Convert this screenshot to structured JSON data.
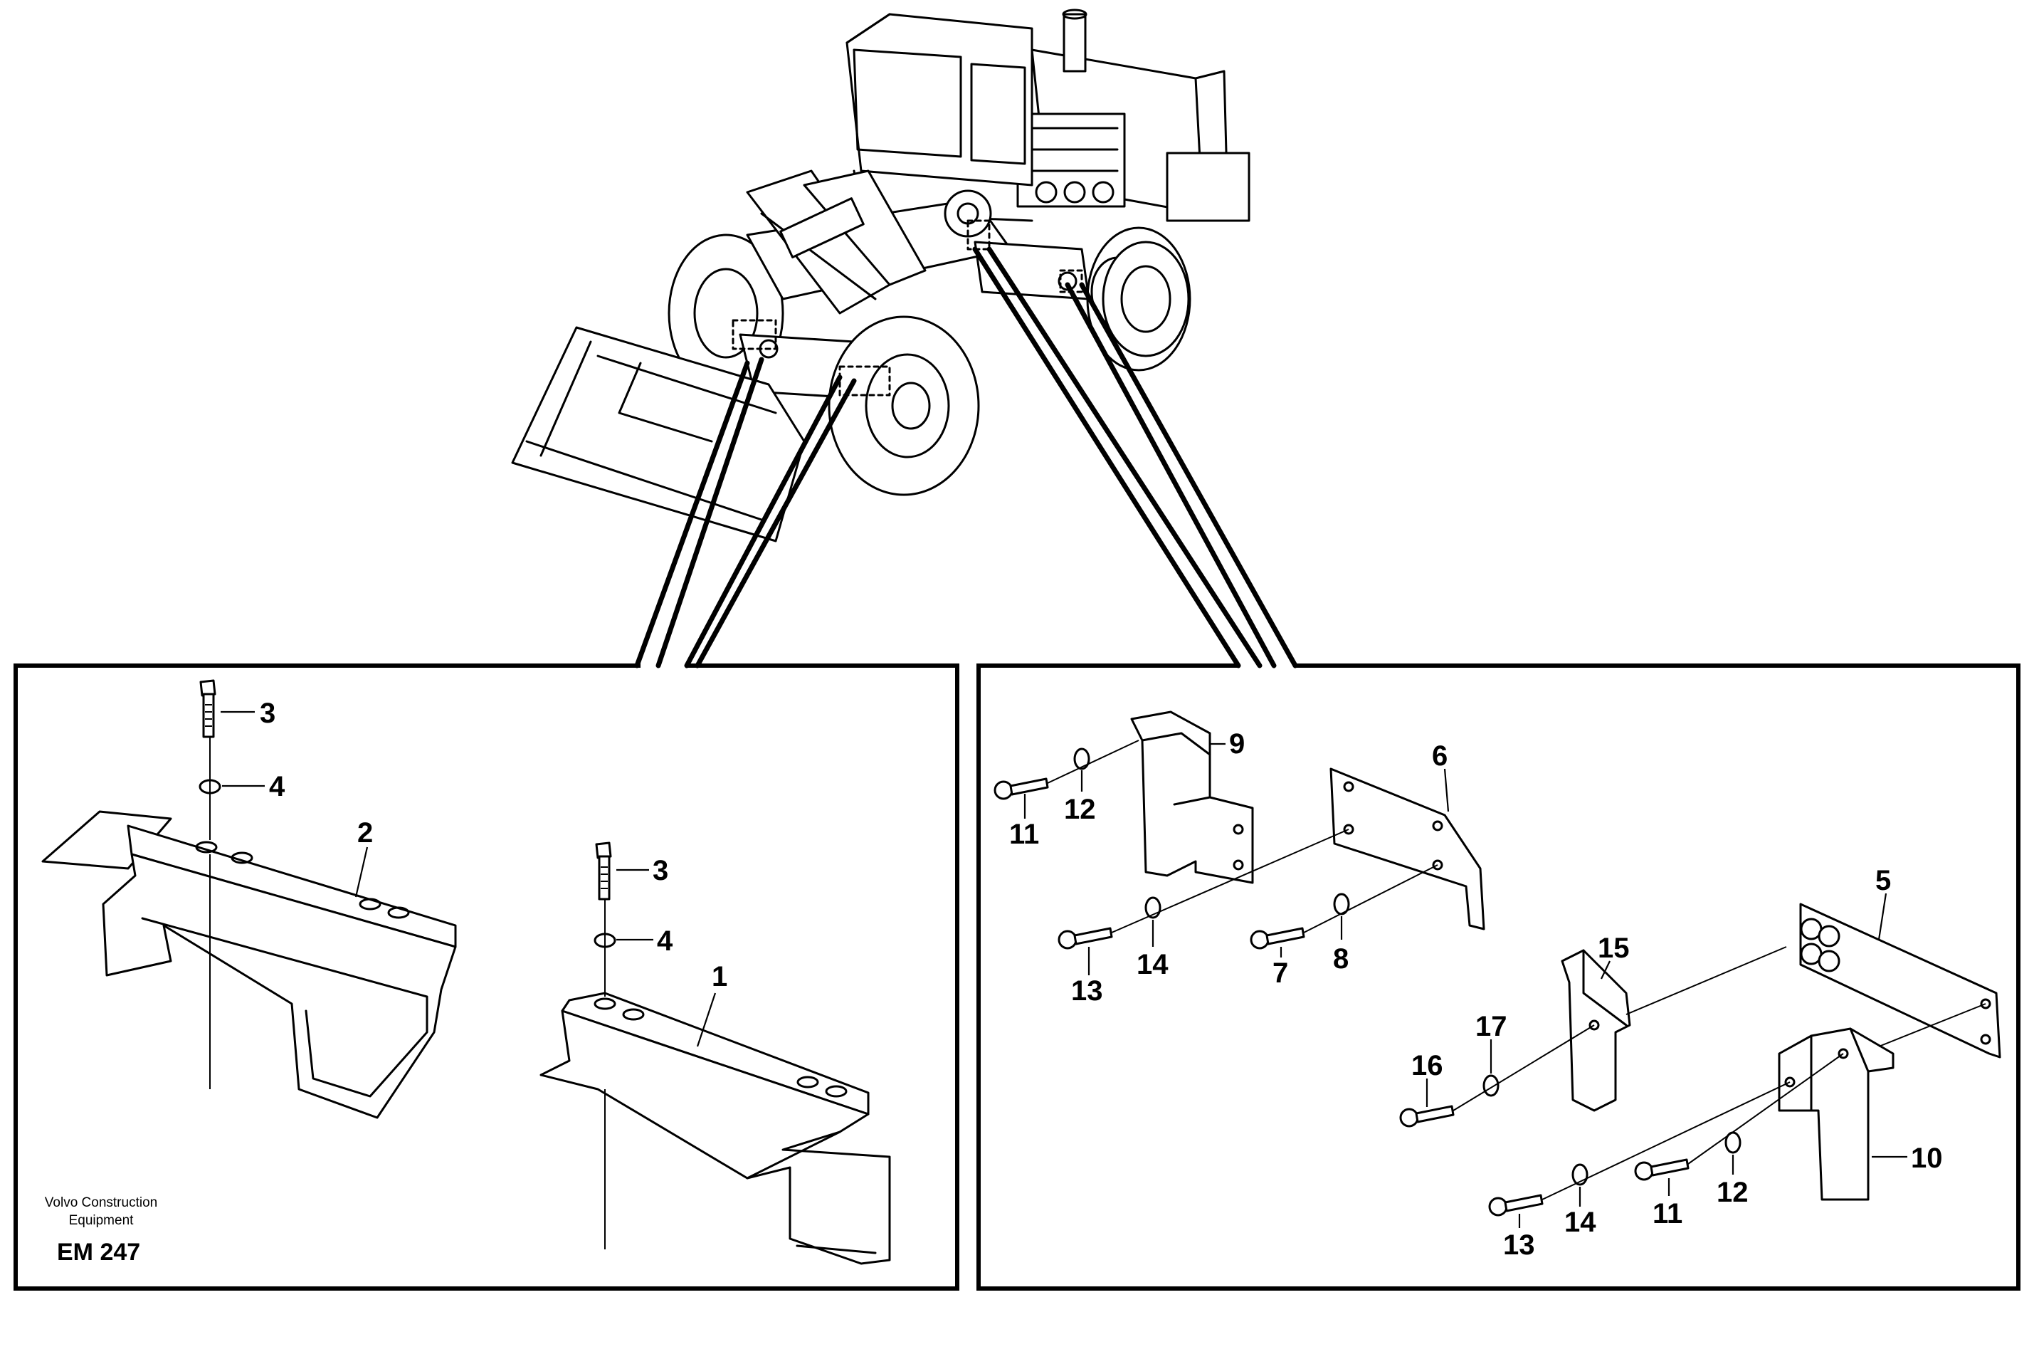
{
  "diagram": {
    "manufacturer_line1": "Volvo Construction",
    "manufacturer_line2": "Equipment",
    "figure_code": "EM 247"
  },
  "callouts": {
    "left": [
      "3",
      "4",
      "2",
      "3",
      "4",
      "1"
    ],
    "right": [
      "9",
      "6",
      "11",
      "12",
      "13",
      "14",
      "7",
      "8",
      "5",
      "15",
      "17",
      "16",
      "10",
      "13",
      "14",
      "11",
      "12"
    ]
  }
}
